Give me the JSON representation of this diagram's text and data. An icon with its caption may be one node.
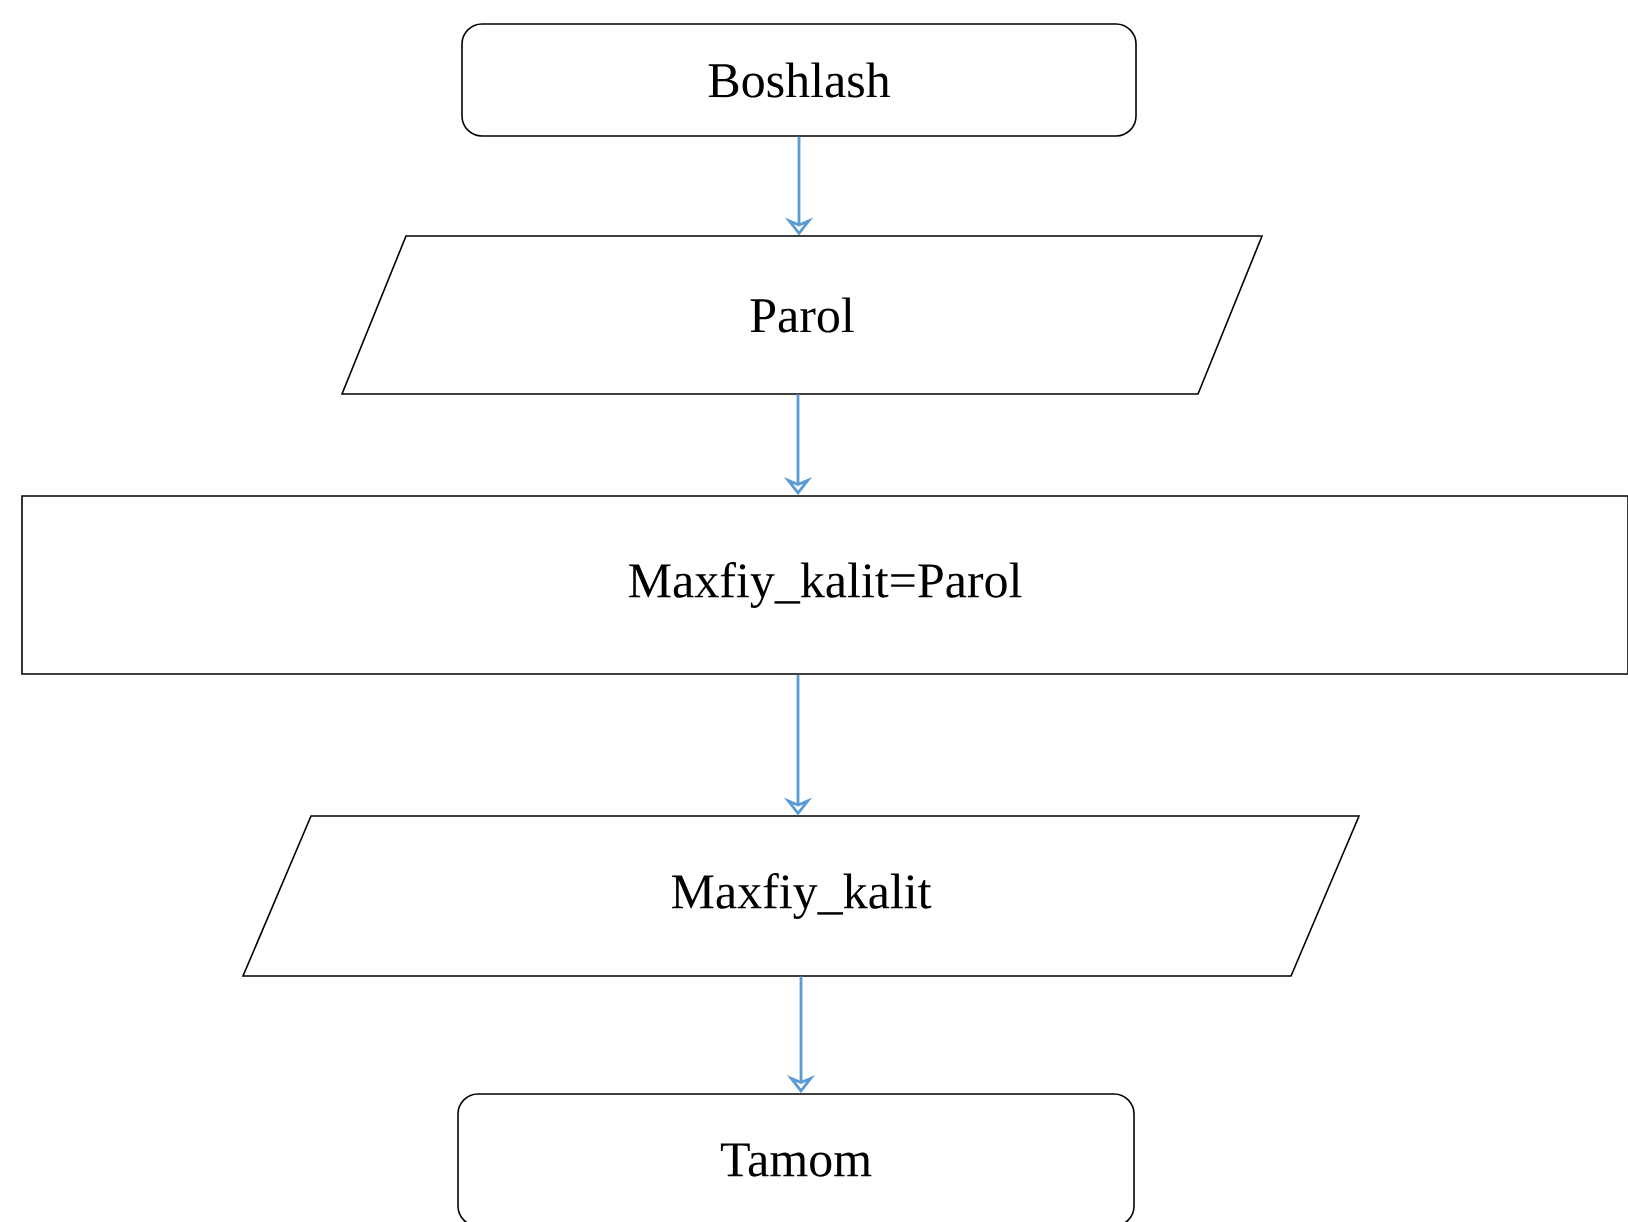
{
  "diagram": {
    "nodes": [
      {
        "text": [
          "Boshlash"
        ]
      },
      {
        "text": [
          "Parol"
        ]
      },
      {
        "text": [
          "Maxfiy_kalit=Parol"
        ]
      },
      {
        "text": [
          "Maxfiy_kalit"
        ]
      },
      {
        "text": [
          "Tamom"
        ]
      }
    ],
    "edges": [
      {
        "from": 0,
        "to": 1,
        "arrow": "to"
      },
      {
        "from": 1,
        "to": 2,
        "arrow": "to"
      },
      {
        "from": 2,
        "to": 3,
        "arrow": "to"
      },
      {
        "from": 3,
        "to": 4,
        "arrow": "to"
      }
    ]
  }
}
